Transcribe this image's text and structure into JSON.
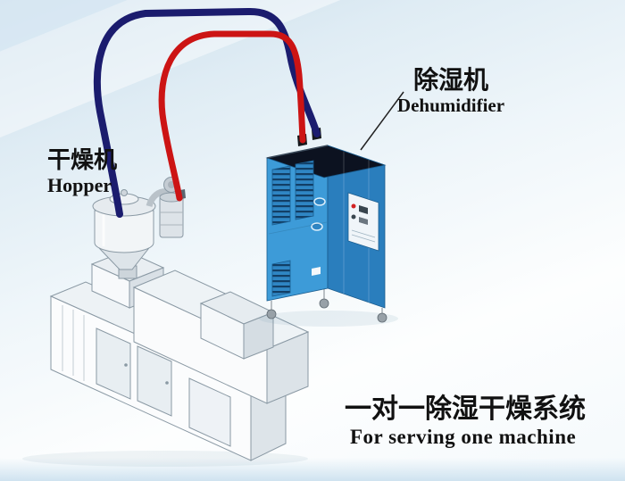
{
  "labels": {
    "dehumidifier_cn": "除湿机",
    "dehumidifier_en": "Dehumidifier",
    "dryer_cn": "干燥机",
    "dryer_en": "Hopper",
    "caption_cn": "一对一除湿干燥系统",
    "caption_en": "For serving one machine"
  },
  "colors": {
    "hose_red": "#cc1414",
    "hose_blue": "#1b1c6e",
    "cabinet_front": "#3d9bd8",
    "cabinet_side": "#2a7ebd",
    "cabinet_top": "#0c1220",
    "label_text": "#111111"
  },
  "icons": {
    "dehumidifier_cabinet": "blue-dehumidifier-cabinet",
    "hopper_dryer": "hopper-dryer",
    "vacuum_loader": "hopper-loader",
    "extruder": "extrusion-machine",
    "hose_red": "dry-air-supply-hose",
    "hose_blue": "return-air-hose"
  }
}
